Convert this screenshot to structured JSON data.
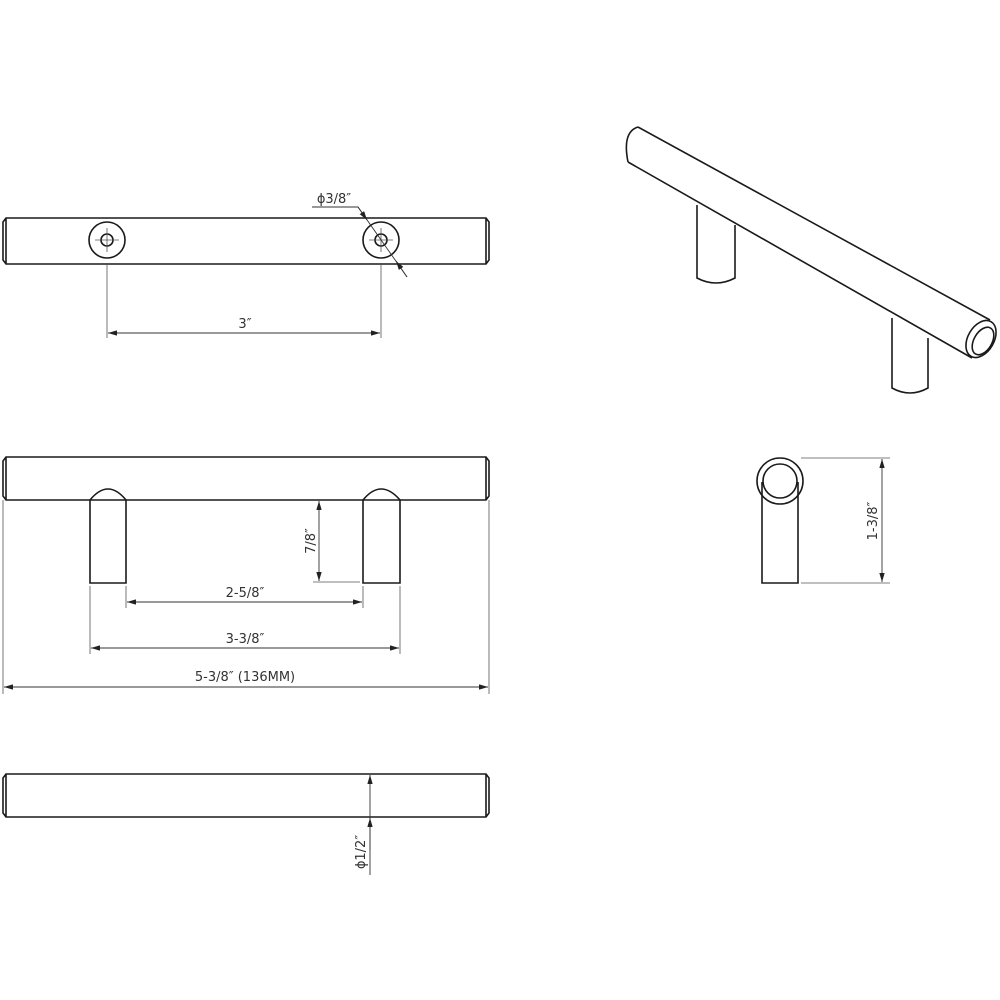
{
  "drawing": {
    "top_view": {
      "hole_diameter": "ϕ3/8″",
      "hole_spacing": "3″"
    },
    "front_view": {
      "post_height": "7/8″",
      "inner_span": "2-5/8″",
      "outer_span": "3-3/8″",
      "overall_length": "5-3/8″ (136MM)"
    },
    "bottom_view": {
      "bar_diameter": "ϕ1/2″"
    },
    "side_view": {
      "projection": "1-3/8″"
    }
  }
}
